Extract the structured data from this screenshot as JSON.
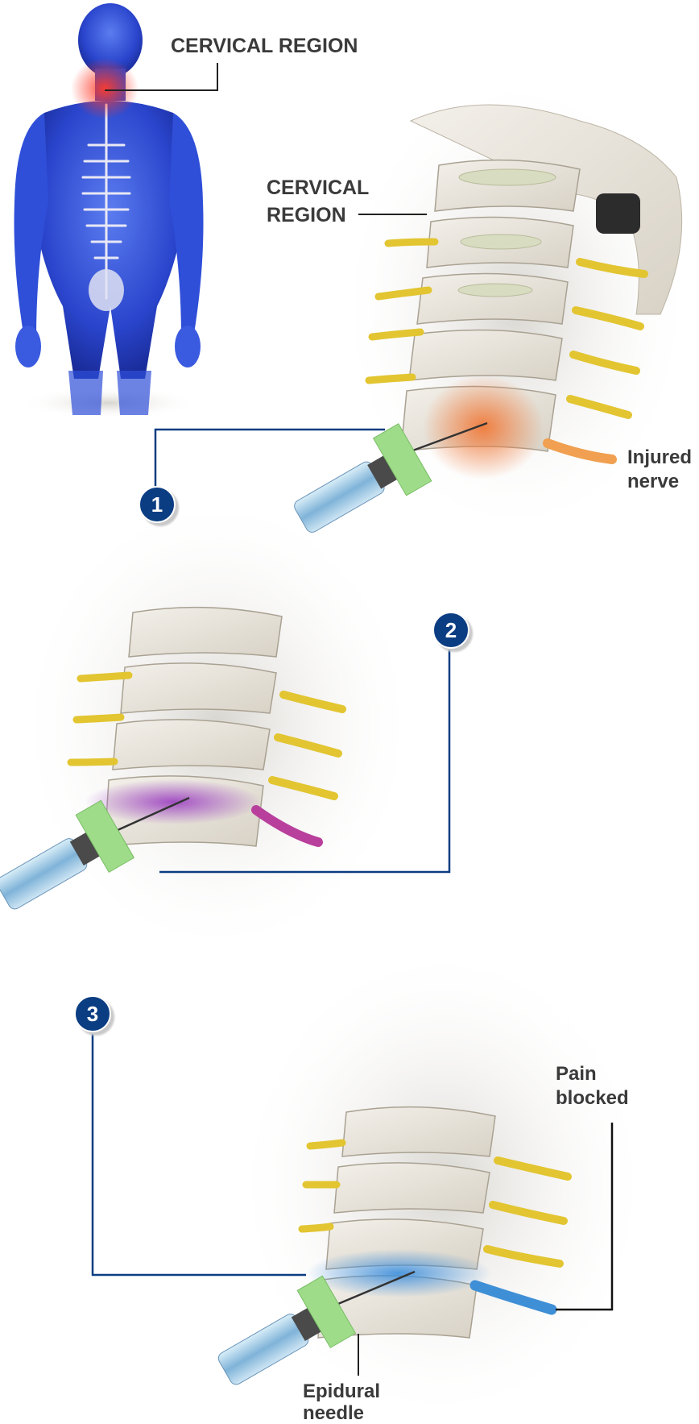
{
  "labels": {
    "cervical_region_top": "CERVICAL REGION",
    "cervical_region_side_line1": "CERVICAL",
    "cervical_region_side_line2": "REGION",
    "injured_nerve_line1": "Injured",
    "injured_nerve_line2": "nerve",
    "pain_blocked_line1": "Pain",
    "pain_blocked_line2": "blocked",
    "epidural_needle_line1": "Epidural",
    "epidural_needle_line2": "needle"
  },
  "steps": [
    "1",
    "2",
    "3"
  ],
  "colors": {
    "body": "#2f4fd8",
    "pain_highlight": "#e8402a",
    "bone": "#e9e5dc",
    "nerve": "#e2c531",
    "injured_nerve": "#f0a050",
    "injection_purple": "#a54bc0",
    "injection_blue": "#3f8fd6",
    "needle_hub": "#9fdc8a",
    "callout_line": "#0b3d82",
    "badge": "#0b3d82"
  }
}
